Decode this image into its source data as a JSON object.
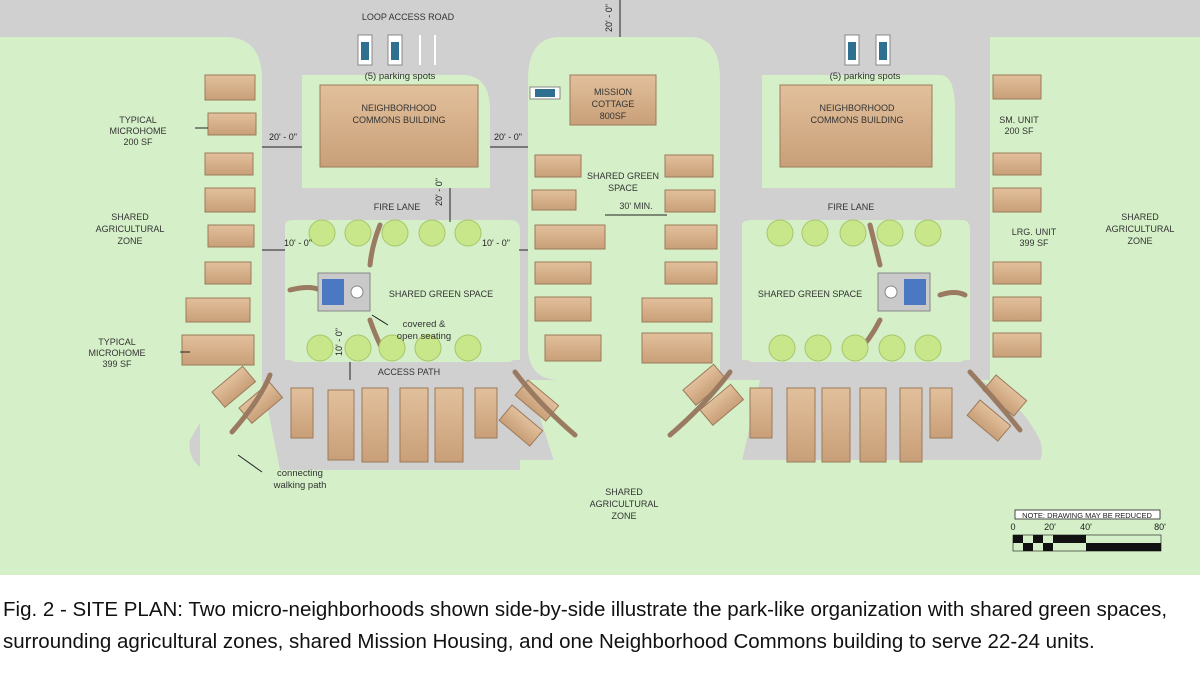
{
  "labels": {
    "loop_road": "LOOP ACCESS ROAD",
    "parking_left": "(5) parking spots",
    "parking_right": "(5) parking spots",
    "commons_left_1": "NEIGHBORHOOD",
    "commons_left_2": "COMMONS BUILDING",
    "commons_right_1": "NEIGHBORHOOD",
    "commons_right_2": "COMMONS BUILDING",
    "mission_1": "MISSION",
    "mission_2": "COTTAGE",
    "mission_3": "800SF",
    "shared_green_center_1": "SHARED GREEN",
    "shared_green_center_2": "SPACE",
    "min_30": "30' MIN.",
    "fire_lane_left": "FIRE LANE",
    "fire_lane_right": "FIRE LANE",
    "shared_green_left": "SHARED GREEN SPACE",
    "shared_green_right": "SHARED GREEN SPACE",
    "covered_1": "covered &",
    "covered_2": "open seating",
    "access_path": "ACCESS PATH",
    "connecting_1": "connecting",
    "connecting_2": "walking path",
    "typical_200_1": "TYPICAL",
    "typical_200_2": "MICROHOME",
    "typical_200_3": "200 SF",
    "ag_left_1": "SHARED",
    "ag_left_2": "AGRICULTURAL",
    "ag_left_3": "ZONE",
    "typical_399_1": "TYPICAL",
    "typical_399_2": "MICROHOME",
    "typical_399_3": "399 SF",
    "sm_unit_1": "SM. UNIT",
    "sm_unit_2": "200 SF",
    "lrg_unit_1": "LRG. UNIT",
    "lrg_unit_2": "399 SF",
    "ag_right_1": "SHARED",
    "ag_right_2": "AGRICULTURAL",
    "ag_right_3": "ZONE",
    "ag_bottom_1": "SHARED",
    "ag_bottom_2": "AGRICULTURAL",
    "ag_bottom_3": "ZONE"
  },
  "dimensions": {
    "top_road": "20' - 0\"",
    "left_commons": "20' - 0\"",
    "right_commons": "20' - 0\"",
    "fire_lane": "20' - 0\"",
    "left_10": "10' - 0\"",
    "right_10": "10' - 0\"",
    "access_path": "10' - 0\""
  },
  "scale_bar": {
    "note": "NOTE: DRAWING MAY BE REDUCED",
    "ticks": [
      "0",
      "20'",
      "40'",
      "80'"
    ]
  },
  "caption": "Fig. 2 - SITE PLAN: Two micro-neighborhoods shown side-by-side illustrate the park-like organization with shared green spaces, surrounding agricultural zones, shared Mission Housing, and one Neighborhood Commons building to serve 22-24 units.",
  "colors": {
    "grass": "#d5f0c8",
    "road": "#d0d0d0",
    "building": "#d9b48f",
    "tree": "#c8e68a",
    "path": "#9a7a60"
  }
}
